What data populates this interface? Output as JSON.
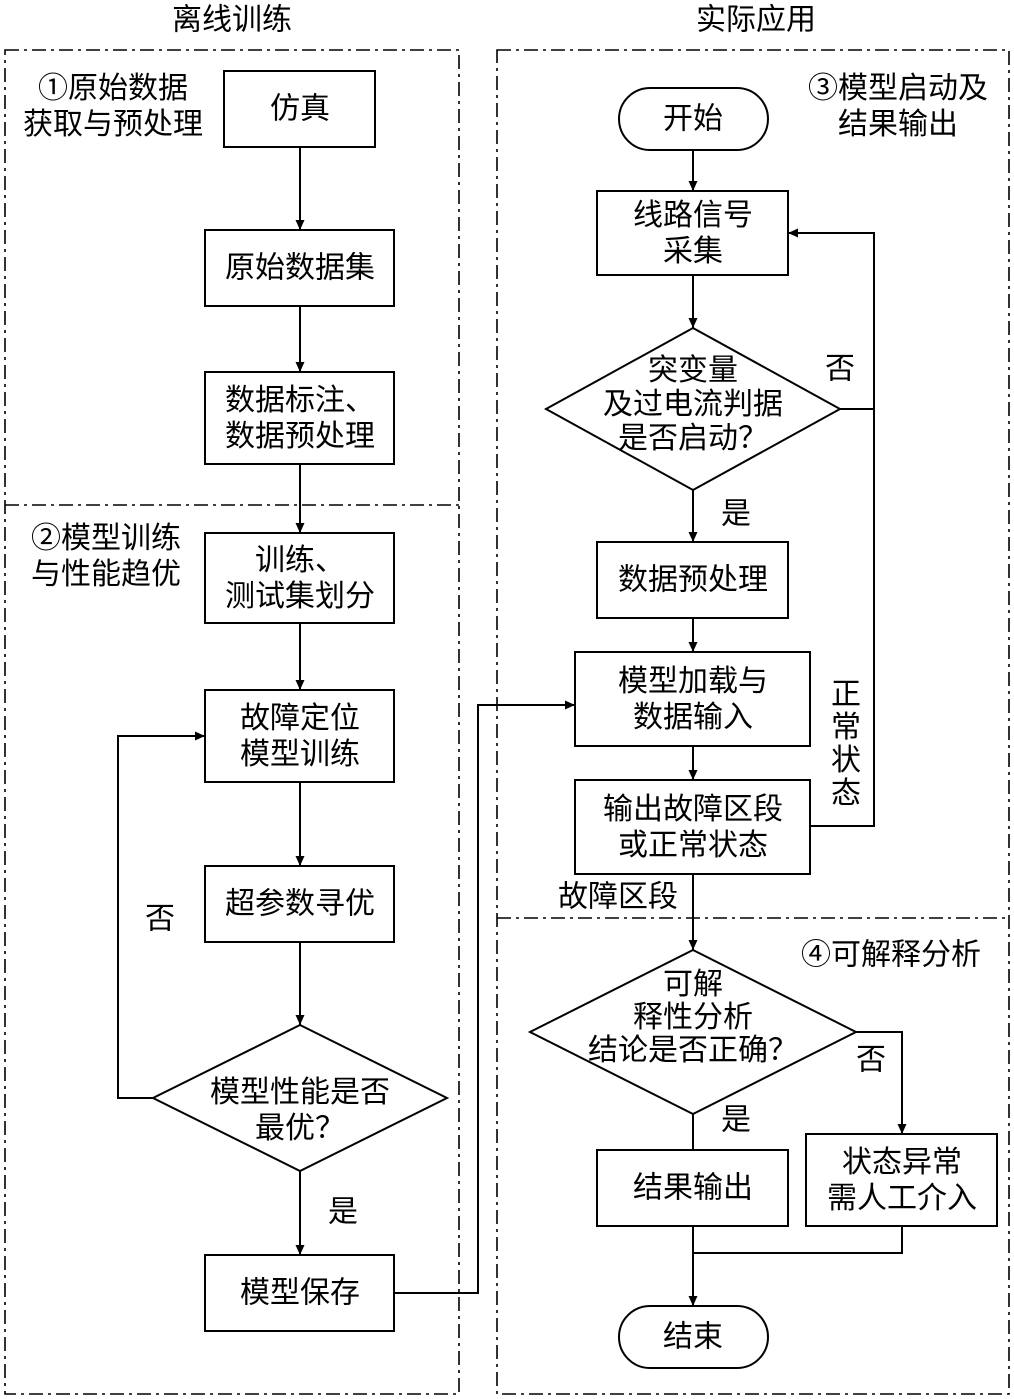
{
  "headers": {
    "offline": "离线训练",
    "online": "实际应用"
  },
  "sections": {
    "s1": [
      "①原始数据",
      "获取与预处理"
    ],
    "s2": [
      "②模型训练",
      "与性能趋优"
    ],
    "s3": [
      "③模型启动及",
      "结果输出"
    ],
    "s4": [
      "④可解释分析"
    ]
  },
  "nodes": {
    "simulation": [
      "仿真"
    ],
    "raw_dataset": [
      "原始数据集"
    ],
    "labeling": [
      "数据标注、",
      "数据预处理"
    ],
    "split": [
      "训练、",
      "测试集划分"
    ],
    "train": [
      "故障定位",
      "模型训练"
    ],
    "hyperparam": [
      "超参数寻优"
    ],
    "perf_check": [
      "模型性能是否",
      "最优？"
    ],
    "save": [
      "模型保存"
    ],
    "start": [
      "开始"
    ],
    "collect": [
      "线路信号",
      "采集"
    ],
    "trigger_check": [
      "突变量",
      "及过电流判据",
      "是否启动？"
    ],
    "preprocess": [
      "数据预处理"
    ],
    "load": [
      "模型加载与",
      "数据输入"
    ],
    "output": [
      "输出故障区段",
      "或正常状态"
    ],
    "explain_check": [
      "可解",
      "释性分析",
      "结论是否正确？"
    ],
    "result": [
      "结果输出"
    ],
    "abnormal": [
      "状态异常",
      "需人工介入"
    ],
    "end": [
      "结束"
    ]
  },
  "edge_labels": {
    "perf_no": "否",
    "perf_yes": "是",
    "trigger_no": "否",
    "trigger_yes": "是",
    "normal_state": [
      "正",
      "常",
      "状",
      "态"
    ],
    "fault_section": "故障区段",
    "explain_no": "否",
    "explain_yes": "是"
  }
}
